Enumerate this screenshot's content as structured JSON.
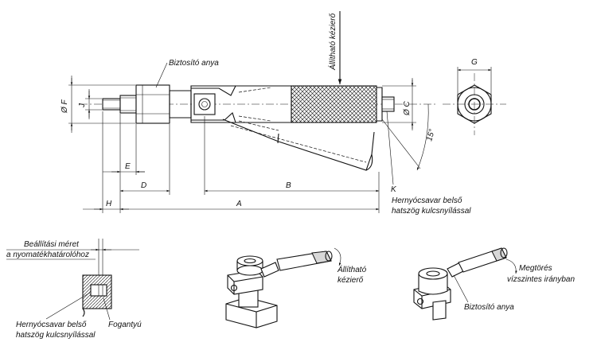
{
  "labels": {
    "locking_nut_top": "Biztosító anya",
    "adjustable_handle_vertical": "Állítható kézierő",
    "set_screw_K_line1": "Hernyócsavar belső",
    "set_screw_K_line2": "hatszög kulcsnyílással",
    "torque_setting_line1": "Beállítási méret",
    "torque_setting_line2": "a nyomatékhatárolóhoz",
    "set_screw_detail_line1": "Hernyócsavar belső",
    "set_screw_detail_line2": "hatszög kulcsnyílással",
    "handle_detail": "Fogantyú",
    "adjustable_line1": "Állítható",
    "adjustable_line2": "kézierő",
    "breakaway_line1": "Megtörés",
    "breakaway_line2": "vízszintes irányban",
    "locking_nut_bottom": "Biztosító anya"
  },
  "dimensions": {
    "F": "Ø F",
    "J": "J",
    "C": "Ø C",
    "G": "G",
    "E": "E",
    "D": "D",
    "B": "B",
    "H": "H",
    "A": "A",
    "K": "K",
    "angle": "15°"
  }
}
